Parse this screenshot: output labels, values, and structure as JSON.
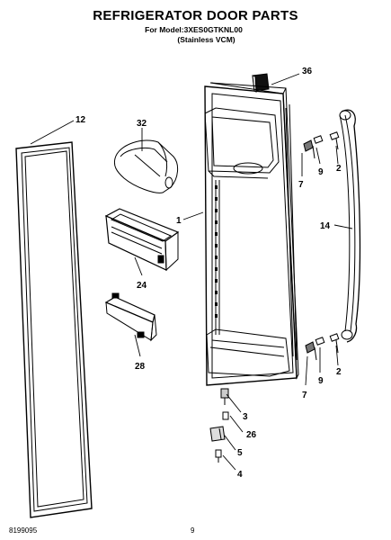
{
  "header": {
    "title": "REFRIGERATOR DOOR PARTS",
    "model_line": "For Model:3XES0GTKNL00",
    "variant_line": "(Stainless VCM)"
  },
  "footer": {
    "doc_number": "8199095",
    "page_number": "9"
  },
  "callouts": [
    {
      "id": "36",
      "label": "36"
    },
    {
      "id": "12",
      "label": "12"
    },
    {
      "id": "32",
      "label": "32"
    },
    {
      "id": "9a",
      "label": "9"
    },
    {
      "id": "2a",
      "label": "2"
    },
    {
      "id": "7a",
      "label": "7"
    },
    {
      "id": "1",
      "label": "1"
    },
    {
      "id": "14",
      "label": "14"
    },
    {
      "id": "24",
      "label": "24"
    },
    {
      "id": "28",
      "label": "28"
    },
    {
      "id": "7b",
      "label": "7"
    },
    {
      "id": "9b",
      "label": "9"
    },
    {
      "id": "2b",
      "label": "2"
    },
    {
      "id": "3",
      "label": "3"
    },
    {
      "id": "26",
      "label": "26"
    },
    {
      "id": "5",
      "label": "5"
    },
    {
      "id": "4",
      "label": "4"
    }
  ]
}
